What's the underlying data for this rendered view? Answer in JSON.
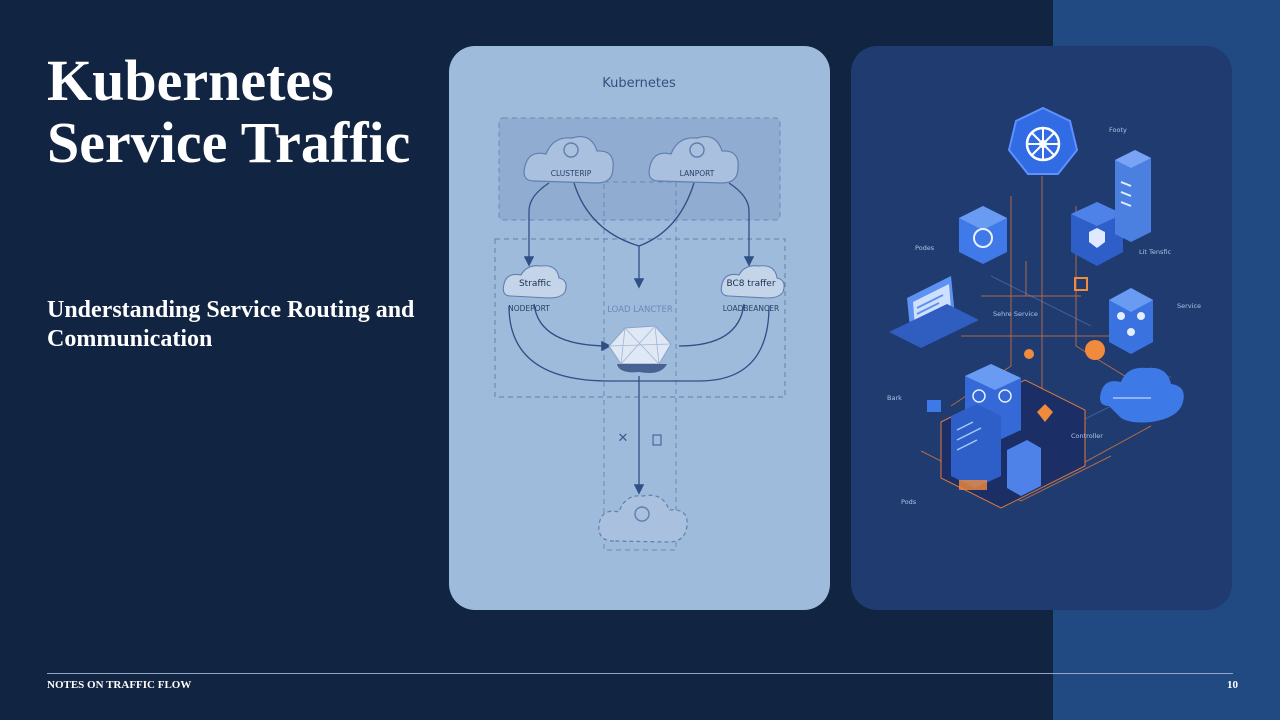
{
  "slide": {
    "title": "Kubernetes Service Traffic",
    "subtitle": "Understanding Service Routing and Communication",
    "footer_note": "NOTES ON TRAFFIC FLOW",
    "page_number": "10"
  },
  "diagram_left": {
    "header": "Kubernetes",
    "clusterip_label": "CLUSTERIP",
    "lanport_label": "LANPORT",
    "left_cloud_label": "Straffic",
    "right_cloud_label": "BC8 traffer",
    "nodeport_label": "NODEPORT",
    "loadbalancer_label": "LOADBEANCER",
    "load_lancter_label": "LOAD LANCTER"
  },
  "illustration_right": {
    "labels": {
      "footy": "Footy",
      "podes": "Podes",
      "lit_tensfic": "Lit Tensfic",
      "service": "Service",
      "sehreservice": "Sehre Service",
      "bark": "Bark",
      "controller": "Controller",
      "pods": "Pods"
    }
  },
  "colors": {
    "background": "#112442",
    "accent_panel": "#214a82",
    "diagram_card": "#9fbbdc",
    "illustration_card": "#1f3b70",
    "k8s_blue": "#326ce5",
    "circuit_orange": "#e07a3a"
  }
}
